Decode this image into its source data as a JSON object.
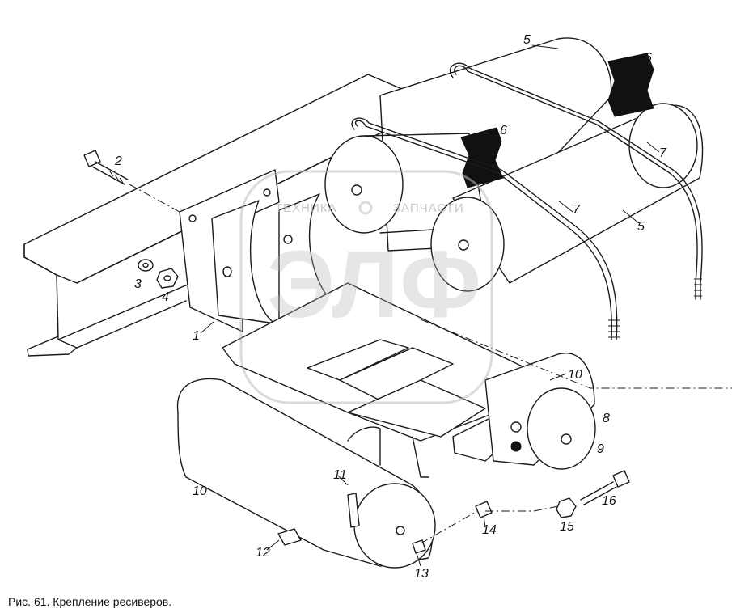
{
  "caption": "Рис. 61. Крепление ресиверов.",
  "callouts": {
    "c1": "1",
    "c2": "2",
    "c3": "3",
    "c4": "4",
    "c5a": "5",
    "c5b": "5",
    "c6a": "6",
    "c6b": "6",
    "c7a": "7",
    "c7b": "7",
    "c8": "8",
    "c9": "9",
    "c10a": "10",
    "c10b": "10",
    "c11": "11",
    "c12": "12",
    "c13": "13",
    "c14": "14",
    "c15": "15",
    "c16": "16"
  },
  "watermark": {
    "text_left": "ТЕХНИКА",
    "text_right": "ЗАПЧАСТИ",
    "logo": "ЭЛФ"
  }
}
